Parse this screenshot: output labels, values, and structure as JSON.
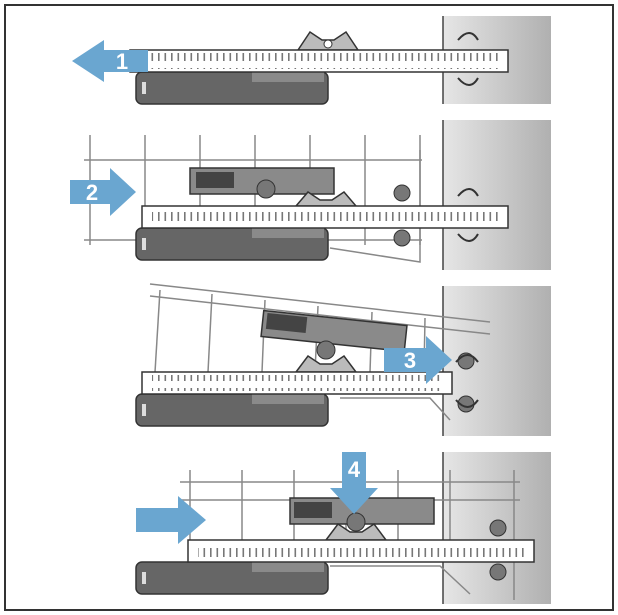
{
  "figure": {
    "steps": [
      {
        "number": "1",
        "direction": "left"
      },
      {
        "number": "2",
        "direction": "right"
      },
      {
        "number": "3",
        "direction": "right"
      },
      {
        "number": "4",
        "direction": "down"
      },
      {
        "number": "",
        "direction": "right"
      }
    ],
    "colors": {
      "arrow": "#6aa6d0",
      "frame": "#333333",
      "wall": "#bdbdbd",
      "roller": "#666666",
      "clip": "#8a8a8a",
      "wire": "#888888"
    }
  }
}
